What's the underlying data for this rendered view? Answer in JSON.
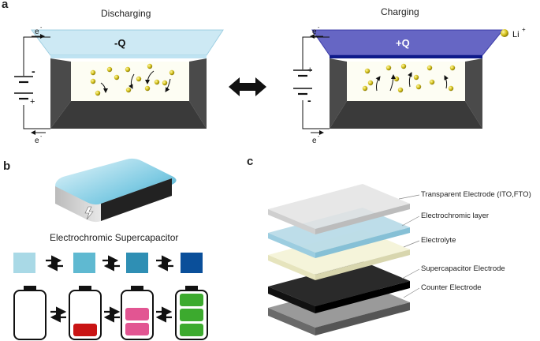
{
  "panels": {
    "a": "a",
    "b": "b",
    "c": "c"
  },
  "discharging": {
    "title": "Discharging",
    "charge": "-Q",
    "e_top": "e",
    "e_bottom": "e",
    "e_sup": "-",
    "plus": "+",
    "minus": "-"
  },
  "charging": {
    "title": "Charging",
    "charge": "+Q",
    "e_top": "e",
    "e_bottom": "e",
    "e_sup": "-",
    "plus": "+",
    "minus": "-"
  },
  "legend": {
    "ion": "Li",
    "ion_sup": "+"
  },
  "panel_b": {
    "caption": "Electrochromic Supercapacitor"
  },
  "panel_c": {
    "layers": [
      {
        "label": "Transparent Electrode (ITO,FTO)"
      },
      {
        "label": "Electrochromic layer"
      },
      {
        "label": "Electrolyte"
      },
      {
        "label": "Supercapacitor Electrode"
      },
      {
        "label": "Counter Electrode"
      }
    ]
  },
  "colors": {
    "electrode_light": "#bfe3f2",
    "electrode_dark": "#3c3ca8",
    "li_ion": "#d4c21c",
    "tile1": "#a9d9e6",
    "tile2": "#5fb9d1",
    "tile3": "#2f8fb4",
    "tile4": "#0a4f9a",
    "battery_red": "#c91414",
    "battery_pink": "#e25592",
    "battery_green": "#3caa2e"
  }
}
